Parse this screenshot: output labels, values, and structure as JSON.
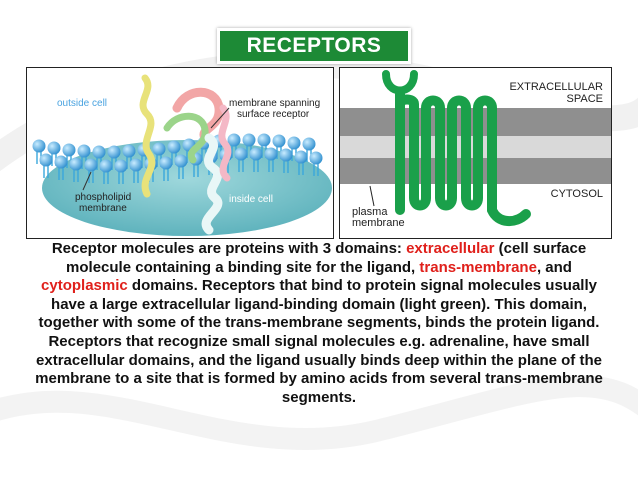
{
  "slide": {
    "title": "RECEPTORS"
  },
  "left_diagram": {
    "outside_cell": "outside cell",
    "receptor_label_1": "membrane spanning",
    "receptor_label_2": "surface receptor",
    "phospholipid_1": "phospholipid",
    "phospholipid_2": "membrane",
    "inside_cell": "inside cell"
  },
  "right_diagram": {
    "extracellular_1": "EXTRACELLULAR",
    "extracellular_2": "SPACE",
    "cytosol": "CYTOSOL",
    "plasma_1": "plasma",
    "plasma_2": "membrane"
  },
  "body": {
    "s1": "Receptor molecules are proteins with 3 domains: ",
    "h1": "extracellular",
    "s2": " (cell surface molecule containing a binding site for the ligand, ",
    "h2": "trans-membrane",
    "s3": ", and ",
    "h3": "cytoplasmic",
    "s4": " domains. Receptors that bind to protein signal molecules usually have a large extracellular ligand-binding domain (light green). This domain, together with some of the trans-membrane segments, binds the protein ligand. Receptors that recognize small signal molecules  e.g. adrenaline, have small extracellular  domains, and the ligand usually binds deep within the plane of the membrane to a site that is formed by amino acids from several trans-membrane segments."
  },
  "colors": {
    "title_bg": "#1d8a36",
    "highlight": "#e0201b",
    "receptor_green": "#1aa04a",
    "membrane_gray": "#8f8f8f",
    "lipid_blue": "#3aa7dc"
  }
}
